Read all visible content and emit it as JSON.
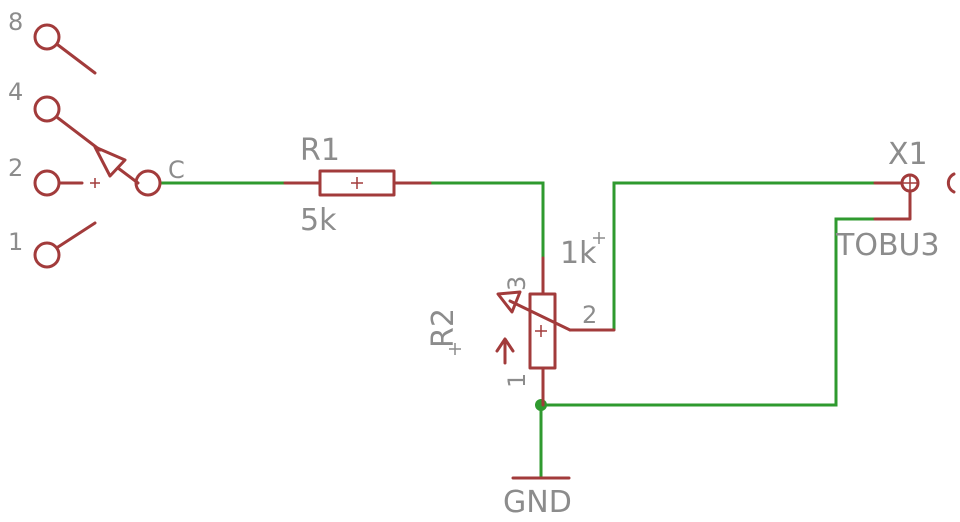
{
  "colors": {
    "wire": "#2f9a2f",
    "symbol": "#a23b3b",
    "text": "#8c8c8c",
    "background": "#ffffff"
  },
  "switch": {
    "positions": [
      "8",
      "4",
      "2",
      "1"
    ],
    "common": "C"
  },
  "r1": {
    "name": "R1",
    "value": "5k"
  },
  "r2": {
    "name": "R2",
    "value": "1k",
    "pin1": "1",
    "pin2": "2",
    "pin3": "3"
  },
  "x1": {
    "name": "X1",
    "value": "TOBU3"
  },
  "gnd": {
    "label": "GND"
  }
}
